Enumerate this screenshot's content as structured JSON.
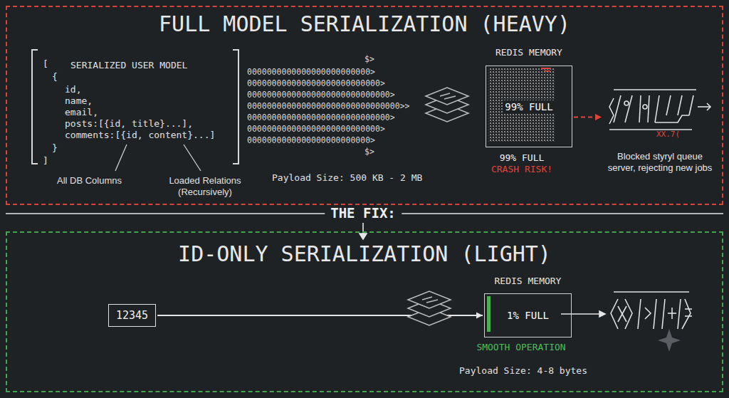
{
  "diagram": {
    "nodes": [
      {
        "text": [
          "FULL MODEL SERIALIZATION (HEAVY)"
        ]
      },
      {
        "text": [
          "[",
          "SERIALIZED USER MODEL",
          "{",
          "id,",
          "name,",
          "email,",
          "posts:[{id, title}...],",
          "comments:[{id, content}...]",
          "}",
          "]"
        ],
        "in": 0
      },
      {
        "text": [
          "REDIS MEMORY",
          "99% FULL"
        ],
        "in": 0
      },
      {
        "text": [
          "Blocked styryl queue server, rejecting new jobs"
        ],
        "in": 0
      },
      {
        "text": [
          "ID-ONLY SERIALIZATION (LIGHT)"
        ]
      },
      {
        "text": [
          "12345"
        ],
        "in": 4
      },
      {
        "text": [
          "REDIS MEMORY",
          "1% FULL"
        ],
        "in": 4
      }
    ],
    "edges": [
      {
        "from": 2,
        "to": 3,
        "arrow": "to"
      },
      {
        "from": 5,
        "to": 6,
        "arrow": "to"
      }
    ],
    "labels": [
      "$>",
      "0000000000000000000000000>",
      "000000000000000000000000000>",
      "00000000000000000000000000000>",
      "0000000000000000000000000000000>>",
      "00000000000000000000000000000>",
      "000000000000000000000000000>",
      "0000000000000000000000000>",
      "$>",
      "Payload Size: 500 KB - 2 MB",
      "All DB Columns",
      "Loaded Relations (Recursively)",
      "99% FULL",
      "CRASH RISK!",
      "XX.7(",
      "THE FIX:",
      "SMOOTH OPERATION",
      "Payload Size: 4-8 bytes"
    ]
  }
}
